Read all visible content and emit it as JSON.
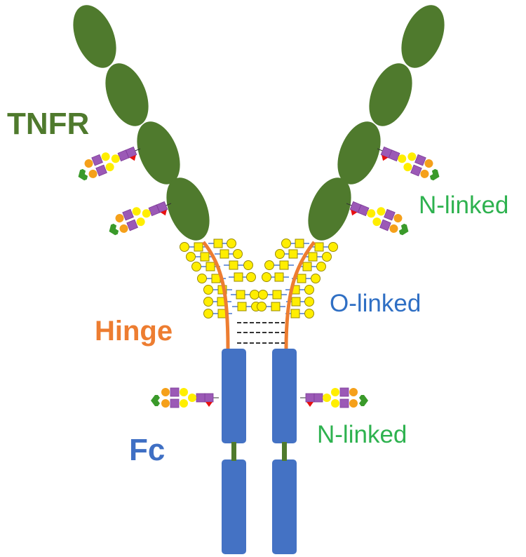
{
  "labels": {
    "tnfr": "TNFR",
    "n_linked_top": "N-linked",
    "o_linked": "O-linked",
    "hinge": "Hinge",
    "fc": "Fc",
    "n_linked_bottom": "N-linked"
  },
  "colors": {
    "tnfr_domain": "#4f7a2d",
    "hinge": "#ed7d31",
    "fc_domain": "#4472c4",
    "label_green": "#2eb24f",
    "label_blue": "#2f6fc4",
    "glcnac_square_purple": "#9b59b6",
    "galactose_yellow": "#ffee00",
    "sialic_orange": "#f5a01a",
    "fucose_red": "#e81010",
    "green_cap": "#3a9a2a",
    "disulfide": "#333333"
  }
}
